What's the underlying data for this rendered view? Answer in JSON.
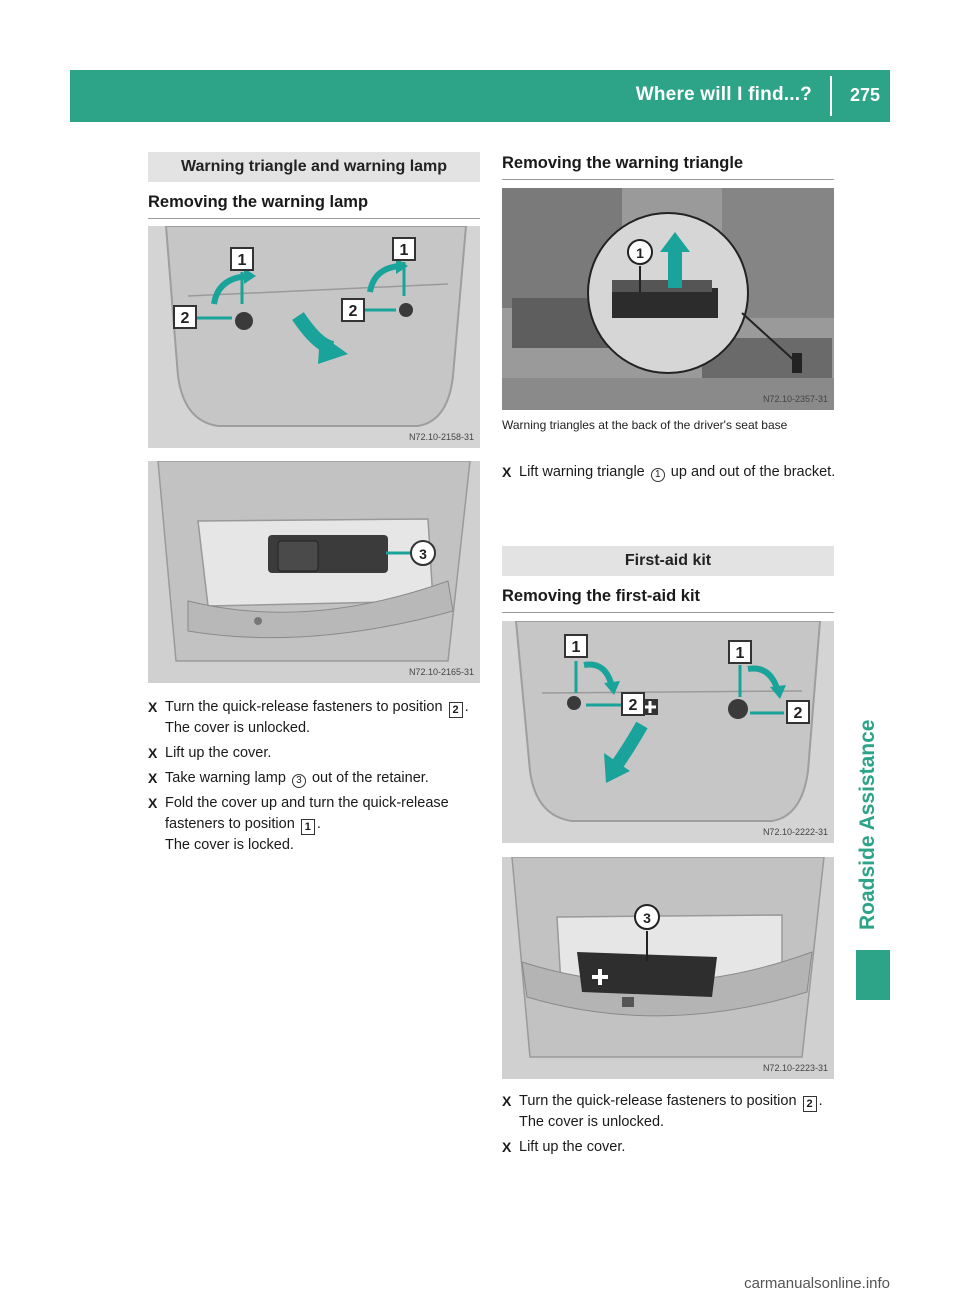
{
  "header": {
    "title": "Where will I find...?",
    "page_number": "275"
  },
  "side_tab": {
    "label": "Roadside Assistance"
  },
  "left": {
    "section_title": "Warning triangle and warning lamp",
    "subheading": "Removing the warning lamp",
    "figure1": {
      "code": "N72.10-2158-31",
      "labels": [
        "1",
        "1",
        "2",
        "2"
      ]
    },
    "figure2": {
      "code": "N72.10-2165-31",
      "labels": [
        "3"
      ]
    },
    "steps": [
      {
        "before": "Turn the quick-release fasteners to position ",
        "ref": "2",
        "after": ".",
        "result": "The cover is unlocked."
      },
      {
        "before": "Lift up the cover.",
        "ref": "",
        "after": "",
        "result": ""
      },
      {
        "before": "Take warning lamp ",
        "ref": "3",
        "after": " out of the retainer.",
        "result": ""
      },
      {
        "before": "Fold the cover up and turn the quick-release fasteners to position ",
        "ref": "1",
        "after": ".",
        "result": "The cover is locked."
      }
    ]
  },
  "right": {
    "subheading1": "Removing the warning triangle",
    "figure3": {
      "code": "N72.10-2357-31",
      "labels": [
        "1"
      ]
    },
    "caption": "Warning triangles at the back of the driver's seat base",
    "step_triangle": {
      "before": "Lift warning triangle ",
      "ref": "1",
      "after": " up and out of the bracket."
    },
    "section_title2": "First-aid kit",
    "subheading2": "Removing the first-aid kit",
    "figure4": {
      "code": "N72.10-2222-31",
      "labels": [
        "1",
        "1",
        "2",
        "2"
      ]
    },
    "figure5": {
      "code": "N72.10-2223-31",
      "labels": [
        "3"
      ]
    },
    "steps": [
      {
        "before": "Turn the quick-release fasteners to position ",
        "ref": "2",
        "after": ".",
        "result": "The cover is unlocked."
      },
      {
        "before": "Lift up the cover.",
        "ref": "",
        "after": "",
        "result": ""
      }
    ]
  },
  "footer": {
    "watermark": "carmanualsonline.info"
  },
  "colors": {
    "accent": "#2da388",
    "section_box": "#e3e3e3",
    "figure_bg": "#dcdcdc",
    "callout": "#1aa39a"
  }
}
